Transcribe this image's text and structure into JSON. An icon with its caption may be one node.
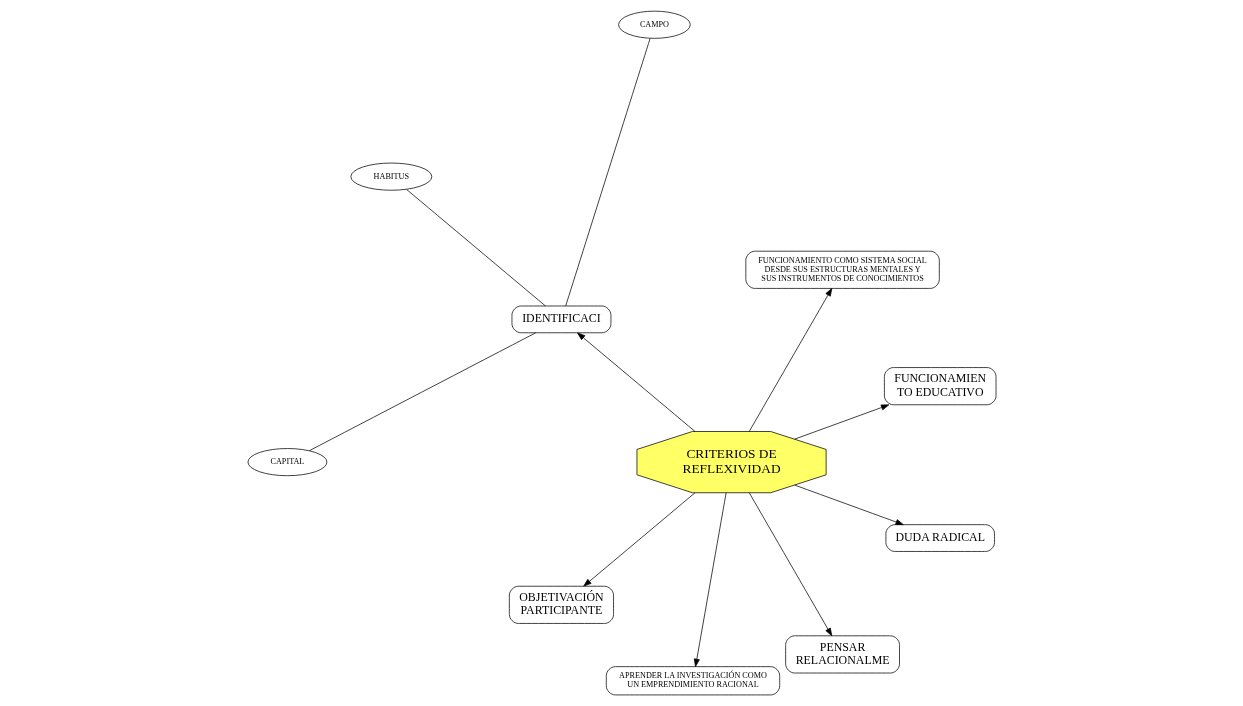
{
  "diagram": {
    "nodes": [
      {
        "text": [
          "CRITERIOS DE REFLEXIVIDAD"
        ]
      },
      {
        "text": [
          "FUNCIONAMIEN TO EDUCATIVO"
        ]
      },
      {
        "text": [
          "FUNCIONAMIENTO COMO SISTEMA SOCIAL DESDE SUS ESTRUCTURAS MENTALES Y SUS INSTRUMENTOS DE CONOCIMIENTOS"
        ]
      },
      {
        "text": [
          "IDENTIFICACI"
        ]
      },
      {
        "text": [
          "CAMPO"
        ]
      },
      {
        "text": [
          "HABITUS"
        ]
      },
      {
        "text": [
          "CAPITAL"
        ]
      },
      {
        "text": [
          "OBJETIVACIÓN PARTICIPANTE"
        ]
      },
      {
        "text": [
          "APRENDER LA INVESTIGACIÓN COMO UN EMPRENDIMIENTO RACIONAL"
        ]
      },
      {
        "text": [
          "PENSAR RELACIONALME"
        ]
      },
      {
        "text": [
          "DUDA RADICAL"
        ]
      }
    ],
    "edges": [
      {
        "from": 0,
        "to": 1,
        "arrow": "to"
      },
      {
        "from": 0,
        "to": 2,
        "arrow": "to"
      },
      {
        "from": 0,
        "to": 3,
        "arrow": "to"
      },
      {
        "from": 3,
        "to": 4,
        "arrow": "none"
      },
      {
        "from": 3,
        "to": 5,
        "arrow": "none"
      },
      {
        "from": 3,
        "to": 6,
        "arrow": "none"
      },
      {
        "from": 0,
        "to": 7,
        "arrow": "to"
      },
      {
        "from": 0,
        "to": 8,
        "arrow": "to"
      },
      {
        "from": 0,
        "to": 9,
        "arrow": "to"
      },
      {
        "from": 0,
        "to": 10,
        "arrow": "to"
      }
    ]
  }
}
